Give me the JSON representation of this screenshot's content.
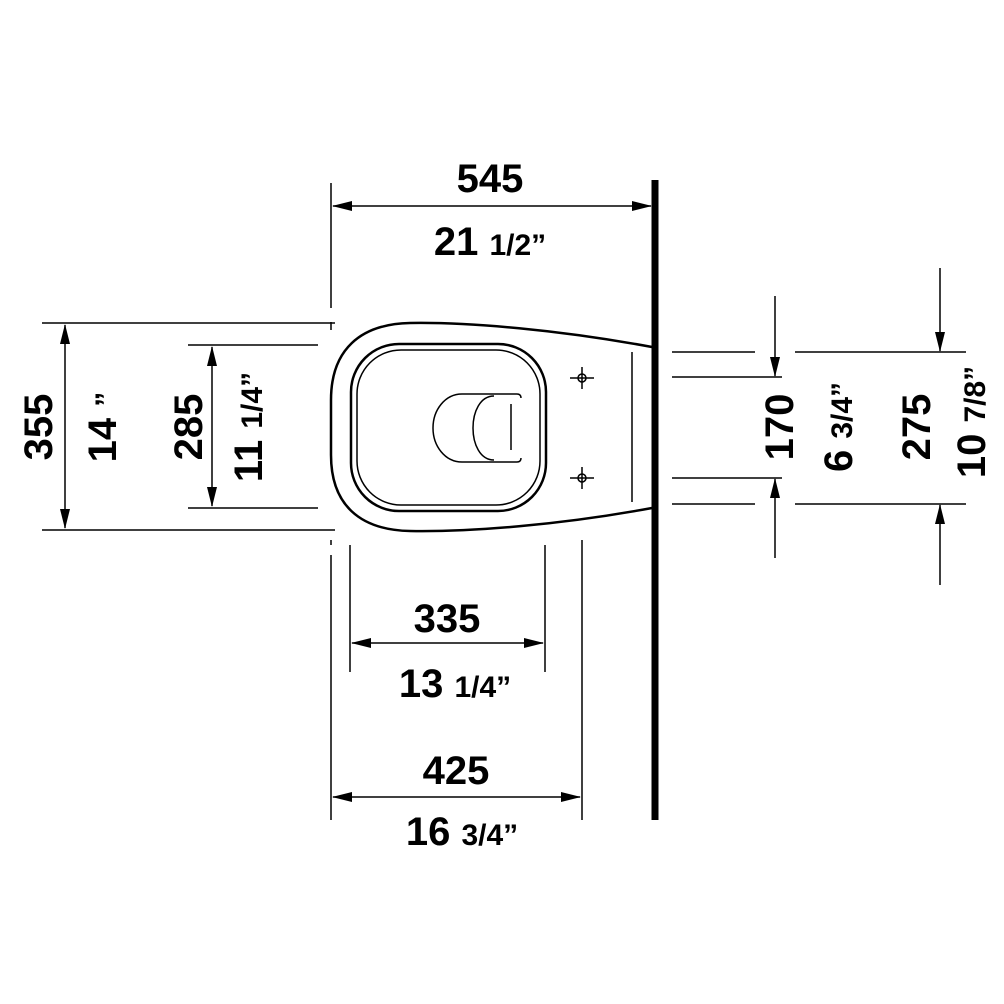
{
  "drawing": {
    "dimensions": {
      "overall_depth": {
        "mm": "545",
        "inch_whole": "21",
        "inch_frac": "1/2”"
      },
      "overall_width": {
        "mm": "355",
        "inch_whole": "14",
        "inch_frac": "”"
      },
      "seat_width": {
        "mm": "285",
        "inch_whole": "11",
        "inch_frac": "1/4”"
      },
      "bowl_length": {
        "mm": "335",
        "inch_whole": "13",
        "inch_frac": "1/4”"
      },
      "fixing_depth": {
        "mm": "425",
        "inch_whole": "16",
        "inch_frac": "3/4”"
      },
      "fixing_spacing": {
        "mm": "170",
        "inch_whole": "6",
        "inch_frac": "3/4”"
      },
      "rear_width": {
        "mm": "275",
        "inch_whole": "10",
        "inch_frac": "7/8”"
      }
    },
    "colors": {
      "line": "#000000",
      "background": "#ffffff"
    }
  }
}
